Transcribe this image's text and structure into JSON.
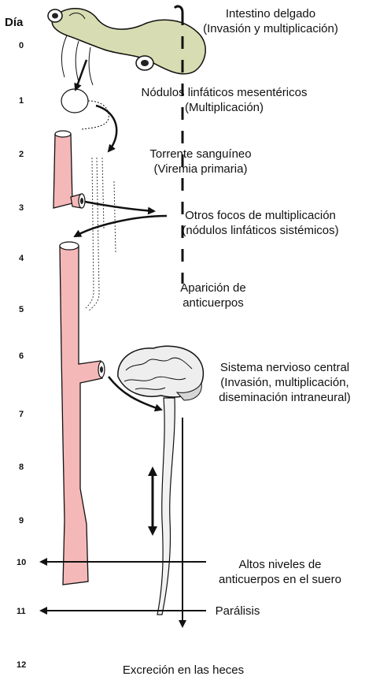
{
  "axis": {
    "title": "Día",
    "days": [
      "0",
      "1",
      "2",
      "3",
      "4",
      "5",
      "6",
      "7",
      "8",
      "9",
      "10",
      "11",
      "12"
    ]
  },
  "stages": {
    "intestine": [
      "Intestino delgado",
      "(Invasión y multiplicación)"
    ],
    "lymph_nodes": [
      "Nódulos linfáticos mesentéricos",
      "(Multiplicación)"
    ],
    "bloodstream": [
      "Torrente sanguíneo",
      "(Viremia primaria)"
    ],
    "other_foci": [
      "Otros focos de multiplicación",
      "(nódulos linfáticos sistémicos)"
    ],
    "antibodies": [
      "Aparición de",
      "anticuerpos"
    ],
    "cns": [
      "Sistema nervioso central",
      "(Invasión, multiplicación,",
      "diseminación intraneural)"
    ],
    "high_antibodies": [
      "Altos niveles de",
      "anticuerpos en el suero"
    ],
    "paralysis": [
      "Parálisis"
    ],
    "excretion": [
      "Excreción en las heces"
    ]
  },
  "colors": {
    "intestine_fill": "#d8dcb2",
    "vessel_fill": "#f5b8b8",
    "line": "#111111",
    "spinal_fill": "#f2f2f2"
  }
}
